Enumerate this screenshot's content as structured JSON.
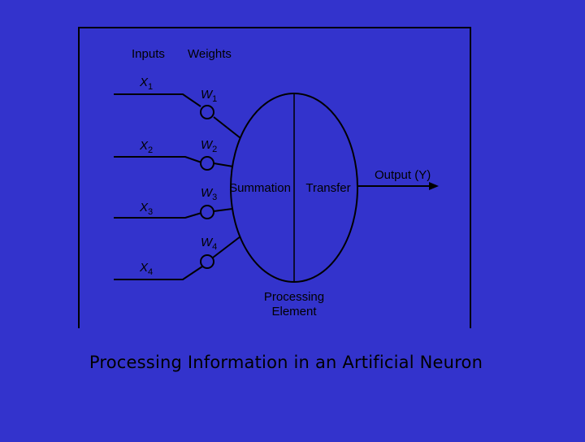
{
  "colors": {
    "slide_background": "#3333cc",
    "diagram_background": "#3333cc",
    "line_color": "#000000",
    "text_color": "#000000"
  },
  "diagram": {
    "header_inputs": "Inputs",
    "header_weights": "Weights",
    "inputs": [
      {
        "name": "X",
        "sub": "1"
      },
      {
        "name": "X",
        "sub": "2"
      },
      {
        "name": "X",
        "sub": "3"
      },
      {
        "name": "X",
        "sub": "4"
      }
    ],
    "weights": [
      {
        "name": "W",
        "sub": "1"
      },
      {
        "name": "W",
        "sub": "2"
      },
      {
        "name": "W",
        "sub": "3"
      },
      {
        "name": "W",
        "sub": "4"
      }
    ],
    "summation_label": "Summation",
    "transfer_label": "Transfer",
    "output_label": "Output (Y)",
    "processing_label_line1": "Processing",
    "processing_label_line2": "Element"
  },
  "caption": "Processing Information in an Artificial Neuron"
}
